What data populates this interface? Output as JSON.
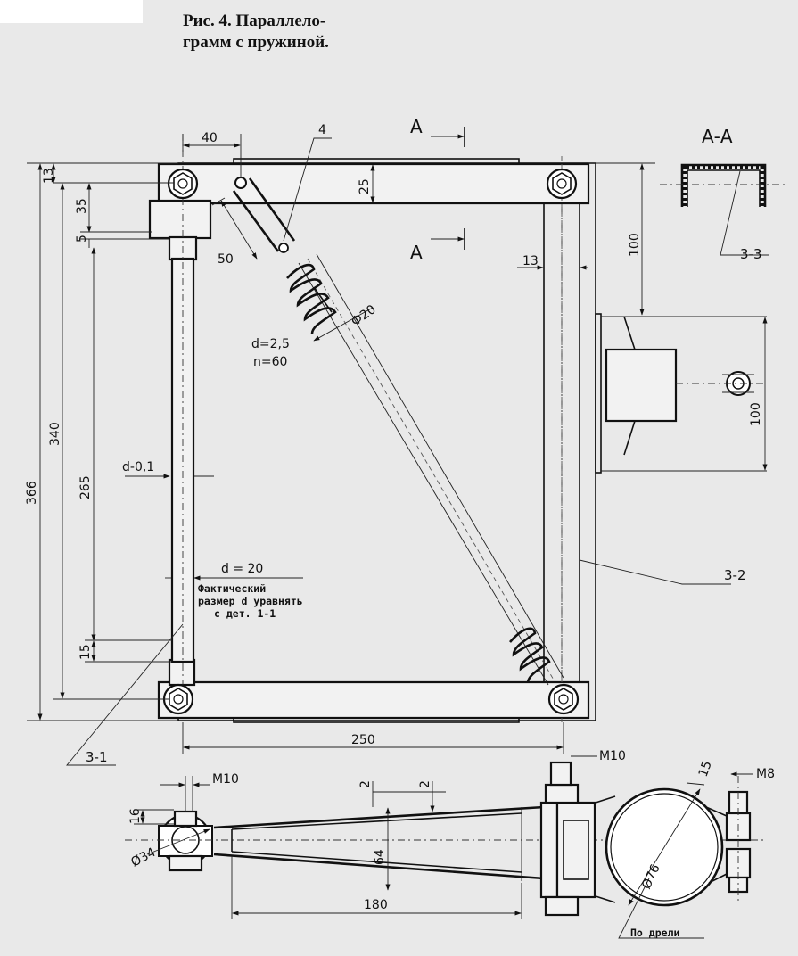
{
  "caption": {
    "line1": "Рис.   4.   Параллело-",
    "line2": "грамм с пружиной."
  },
  "section": {
    "cut_label_top": "А",
    "cut_label_bottom": "А",
    "view_title": "А-А"
  },
  "dimensions": {
    "d40": "40",
    "d4": "4",
    "d13_top": "13",
    "d35": "35",
    "d5": "5",
    "d25": "25",
    "d50": "50",
    "d100_top": "100",
    "d13_right": "13",
    "phi20": "Ф20",
    "spring_d": "d=2,5",
    "spring_n": "n=60",
    "d340": "340",
    "d366": "366",
    "d265": "265",
    "d01": "d-0,1",
    "d100_right": "100",
    "d20": "d = 20",
    "note1": "Фактический",
    "note2": "размер d уравнять",
    "note3": "с дет. 1-1",
    "d15": "15",
    "d250": "250",
    "m10_right": "M10",
    "m10_left": "M10",
    "d2a": "2",
    "d2b": "2",
    "d15b": "15",
    "m8": "M8",
    "d16": "16",
    "phi34": "Ø34",
    "d64": "64",
    "phi76": "Ø76",
    "d180": "180",
    "drill": "По дрели"
  },
  "parts": {
    "p31": "3-1",
    "p32": "3-2",
    "p33": "3-3"
  }
}
